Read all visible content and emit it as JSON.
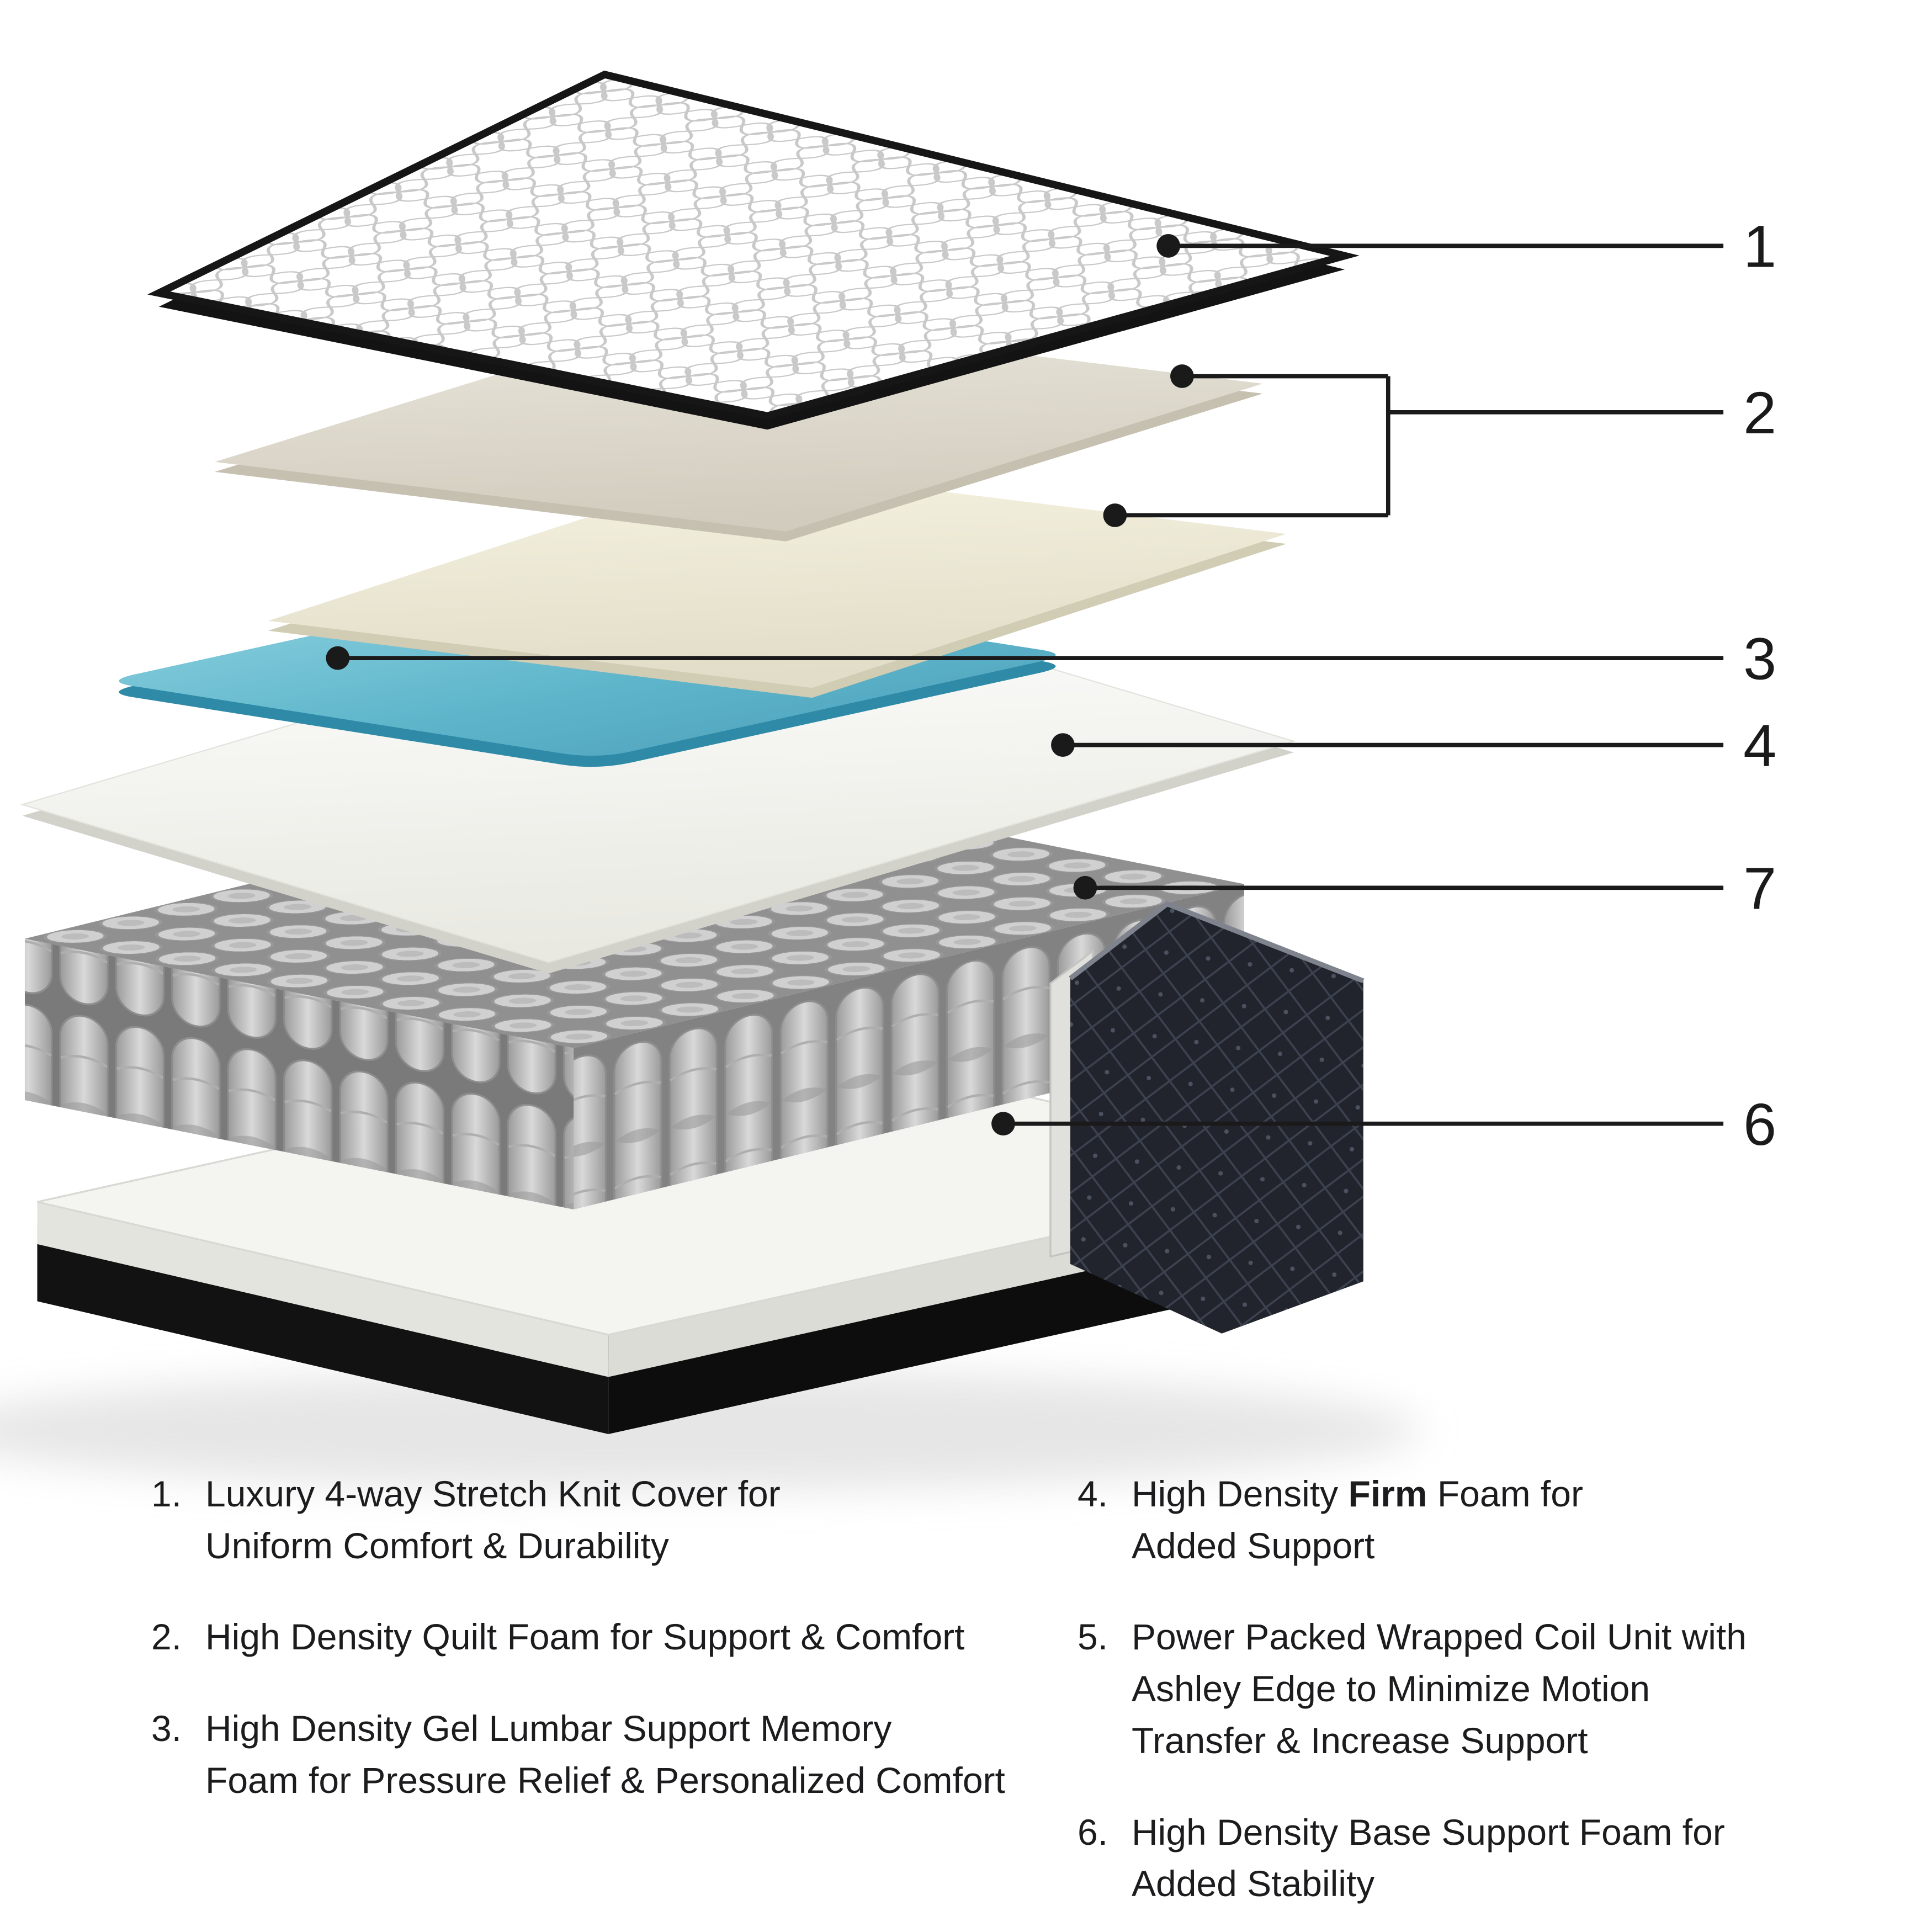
{
  "page": {
    "background": "#ffffff",
    "description_visible_text_only": true
  },
  "diagram": {
    "callouts": [
      {
        "id": "knit-cover",
        "label": "1"
      },
      {
        "id": "quilt-foam-layers",
        "label": "2"
      },
      {
        "id": "gel-lumbar-memory-foam",
        "label": "3"
      },
      {
        "id": "firm-foam",
        "label": "4"
      },
      {
        "id": "wrapped-coil-unit",
        "label": "7"
      },
      {
        "id": "base-support-foam",
        "label": "6"
      }
    ],
    "colors": {
      "gel_foam": "#5fb6cb",
      "quilt_foam_upper": "#ddd7ca",
      "quilt_foam_lower": "#efecd8",
      "firm_foam": "#f7f7f2",
      "coil_gray": "#bdbdbd",
      "base_foam": "#f4f4f0",
      "cover_black": "#161616",
      "callout_line": "#1a1a1a"
    }
  },
  "legend": {
    "left": [
      {
        "num": "1.",
        "lines": [
          "Luxury 4-way Stretch Knit Cover for",
          "Uniform Comfort & Durability"
        ]
      },
      {
        "num": "2.",
        "lines": [
          "High Density Quilt Foam for Support & Comfort"
        ]
      },
      {
        "num": "3.",
        "lines": [
          "High Density Gel Lumbar Support Memory",
          "Foam for Pressure Relief & Personalized Comfort"
        ]
      }
    ],
    "right": [
      {
        "num": "4.",
        "line1_pre": "High Density ",
        "line1_bold": "Firm",
        "line1_post": " Foam for",
        "line2": "Added Support"
      },
      {
        "num": "5.",
        "lines": [
          "Power Packed Wrapped Coil Unit with",
          "Ashley Edge to Minimize Motion",
          "Transfer & Increase Support"
        ]
      },
      {
        "num": "6.",
        "lines": [
          "High Density Base Support Foam for",
          "Added Stability"
        ]
      }
    ]
  }
}
